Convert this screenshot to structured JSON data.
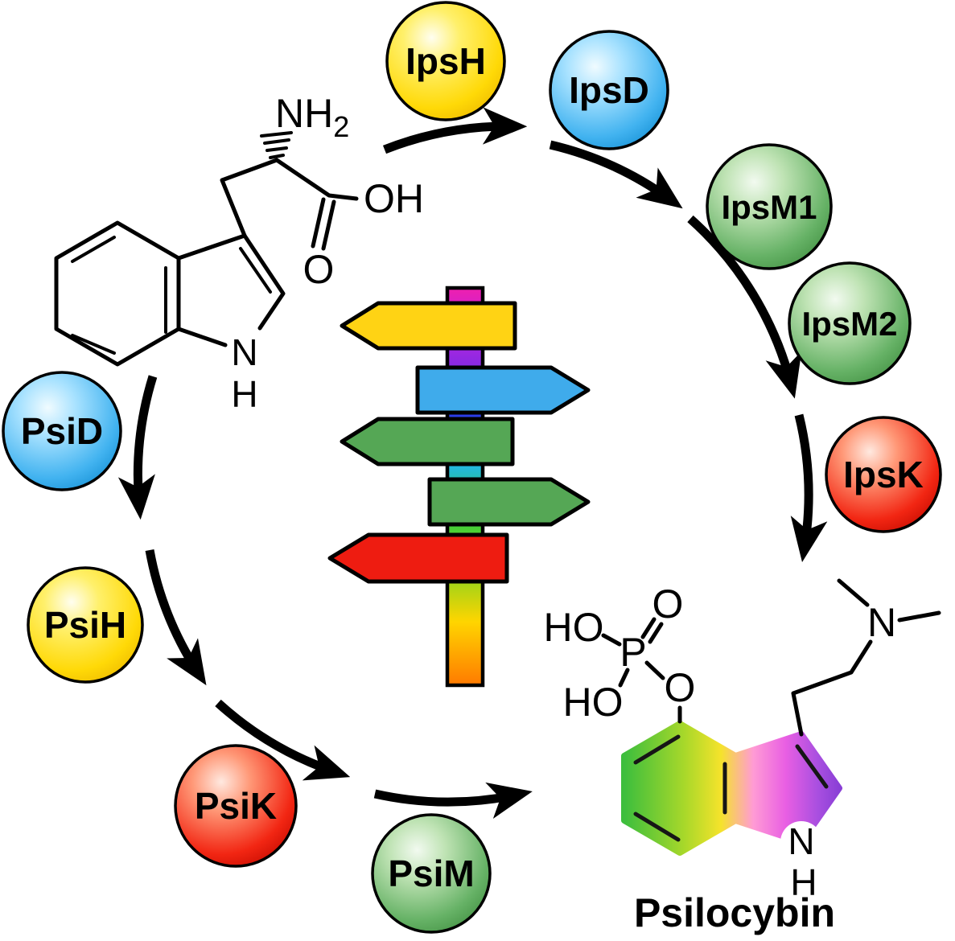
{
  "enzymes": {
    "ips": [
      {
        "label": "IpsH",
        "color": "yellow"
      },
      {
        "label": "IpsD",
        "color": "blue"
      },
      {
        "label": "IpsM1",
        "color": "green"
      },
      {
        "label": "IpsM2",
        "color": "green"
      },
      {
        "label": "IpsK",
        "color": "red"
      }
    ],
    "psi": [
      {
        "label": "PsiD",
        "color": "blue"
      },
      {
        "label": "PsiH",
        "color": "yellow"
      },
      {
        "label": "PsiK",
        "color": "red"
      },
      {
        "label": "PsiM",
        "color": "green"
      }
    ]
  },
  "palette": {
    "yellow": "#FFD314",
    "blue": "#3FABEB",
    "green": "#55A755",
    "red": "#EE1C11",
    "arrow_black": "#000000"
  },
  "signpost": {
    "signs": [
      {
        "color": "yellow",
        "direction": "left"
      },
      {
        "color": "blue",
        "direction": "right"
      },
      {
        "color": "green",
        "direction": "left"
      },
      {
        "color": "green",
        "direction": "right"
      },
      {
        "color": "red",
        "direction": "left"
      }
    ]
  },
  "tryptophan": {
    "amine": "NH",
    "amine_subscript": "2",
    "carboxyl_oh": "OH",
    "carbonyl_o": "O",
    "indole_n": "N",
    "indole_nh": "H"
  },
  "psilocybin": {
    "caption": "Psilocybin",
    "ho_top": "HO",
    "ho_bottom": "HO",
    "p": "P",
    "o_double": "O",
    "o_bridge": "O",
    "amine_n": "N",
    "indole_n": "N",
    "indole_nh": "H"
  }
}
